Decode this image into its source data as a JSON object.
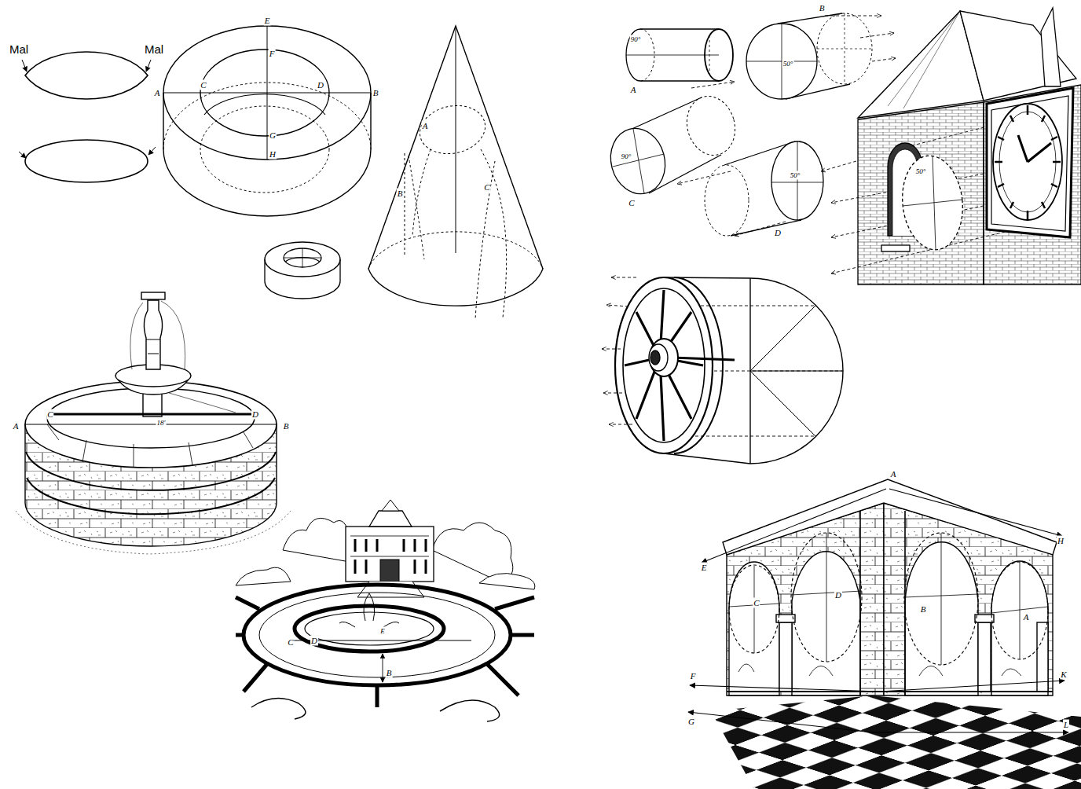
{
  "diagram": {
    "labels": [
      "Mal",
      "Mal",
      "E",
      "F",
      "A",
      "C",
      "D",
      "B",
      "G",
      "H",
      "A",
      "B",
      "C",
      "90°",
      "A",
      "B",
      "50°",
      "90°",
      "C",
      "50°",
      "D",
      "50°",
      "A",
      "C",
      "18'",
      "D",
      "B",
      "C",
      "D",
      "E",
      "B",
      "A",
      "E",
      "H",
      "C",
      "D",
      "B",
      "A",
      "F",
      "K",
      "G",
      "L"
    ]
  }
}
